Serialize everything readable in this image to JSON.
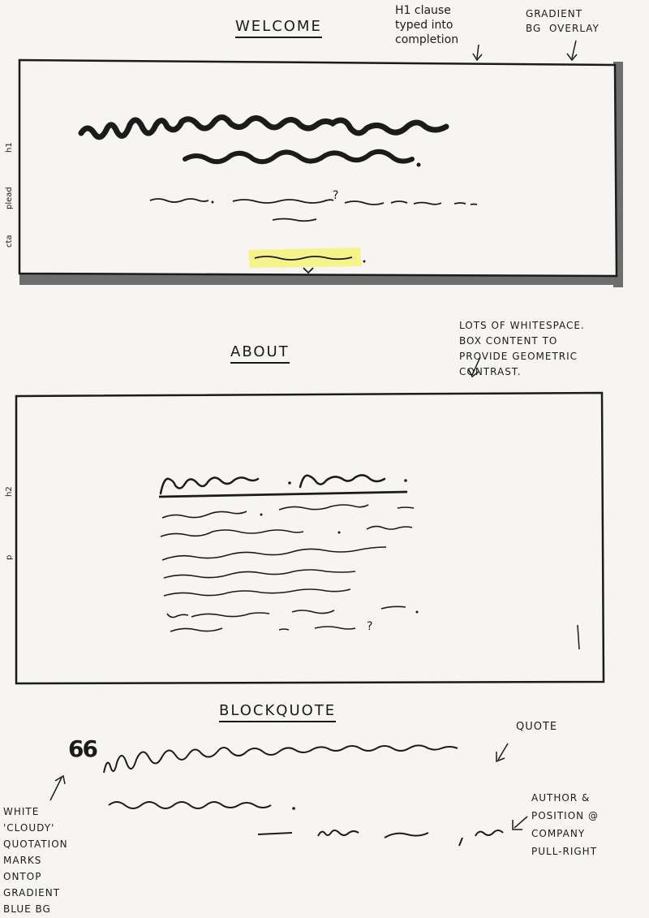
{
  "welcome": {
    "title": "WELCOME",
    "note_h1": "H1 clause\ntyped into\ncompletion",
    "note_gradient": "GRADIENT\nBG  OVERLAY",
    "margin_labels": [
      "h1",
      "plead",
      "cta"
    ]
  },
  "about": {
    "title": "ABOUT",
    "note": "LOTS OF WHITESPACE.\nBOX CONTENT TO\nPROVIDE GEOMETRIC\nCONTRAST.",
    "margin_labels": [
      "h2",
      "p"
    ]
  },
  "blockquote": {
    "title": "BLOCKQUOTE",
    "quote_marks": "66",
    "note_quote": "QUOTE",
    "note_author": "AUTHOR &\nPOSITION @\nCOMPANY\nPULL-RIGHT",
    "note_marks": "WHITE\n'CLOUDY'\nQUOTATION\nMARKS\nONTOP\nGRADIENT\nBLUE BG"
  },
  "colors": {
    "ink": "#1b1b1b",
    "highlight": "#f4f48a",
    "shadow": "#6e6e6e",
    "paper": "#f6f5f1"
  }
}
